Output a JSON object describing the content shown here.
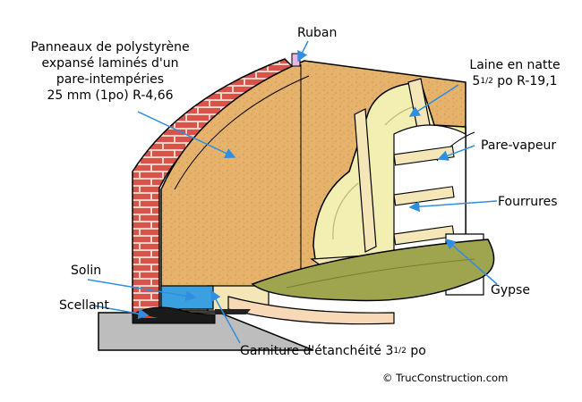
{
  "labels": {
    "panneaux": [
      "Panneaux de polystyrène",
      "expansé laminés d'un",
      "pare-intempéries",
      "25 mm (1po) R-4,66"
    ],
    "ruban": "Ruban",
    "laine_line1": "Laine en natte",
    "laine_prefix": "5",
    "laine_frac": "1/2",
    "laine_suffix": " po R-19,1",
    "pare_vapeur": "Pare-vapeur",
    "fourrures": "Fourrures",
    "gypse": "Gypse",
    "solin": "Solin",
    "scellant": "Scellant",
    "garniture_prefix": "Garniture d'étanchéité 3",
    "garniture_frac": "1/2",
    "garniture_suffix": " po"
  },
  "credit": "© TrucConstruction.com",
  "colors": {
    "brick": "#d9534a",
    "mortar": "#f4d6c8",
    "panel": "#e6b36c",
    "insulation": "#f3efb3",
    "wood": "#f5e6b8",
    "floor": "#9fa44e",
    "flashing": "#3aa0df",
    "foundation": "#bdbdbd",
    "arrow": "#2f8ee0"
  }
}
